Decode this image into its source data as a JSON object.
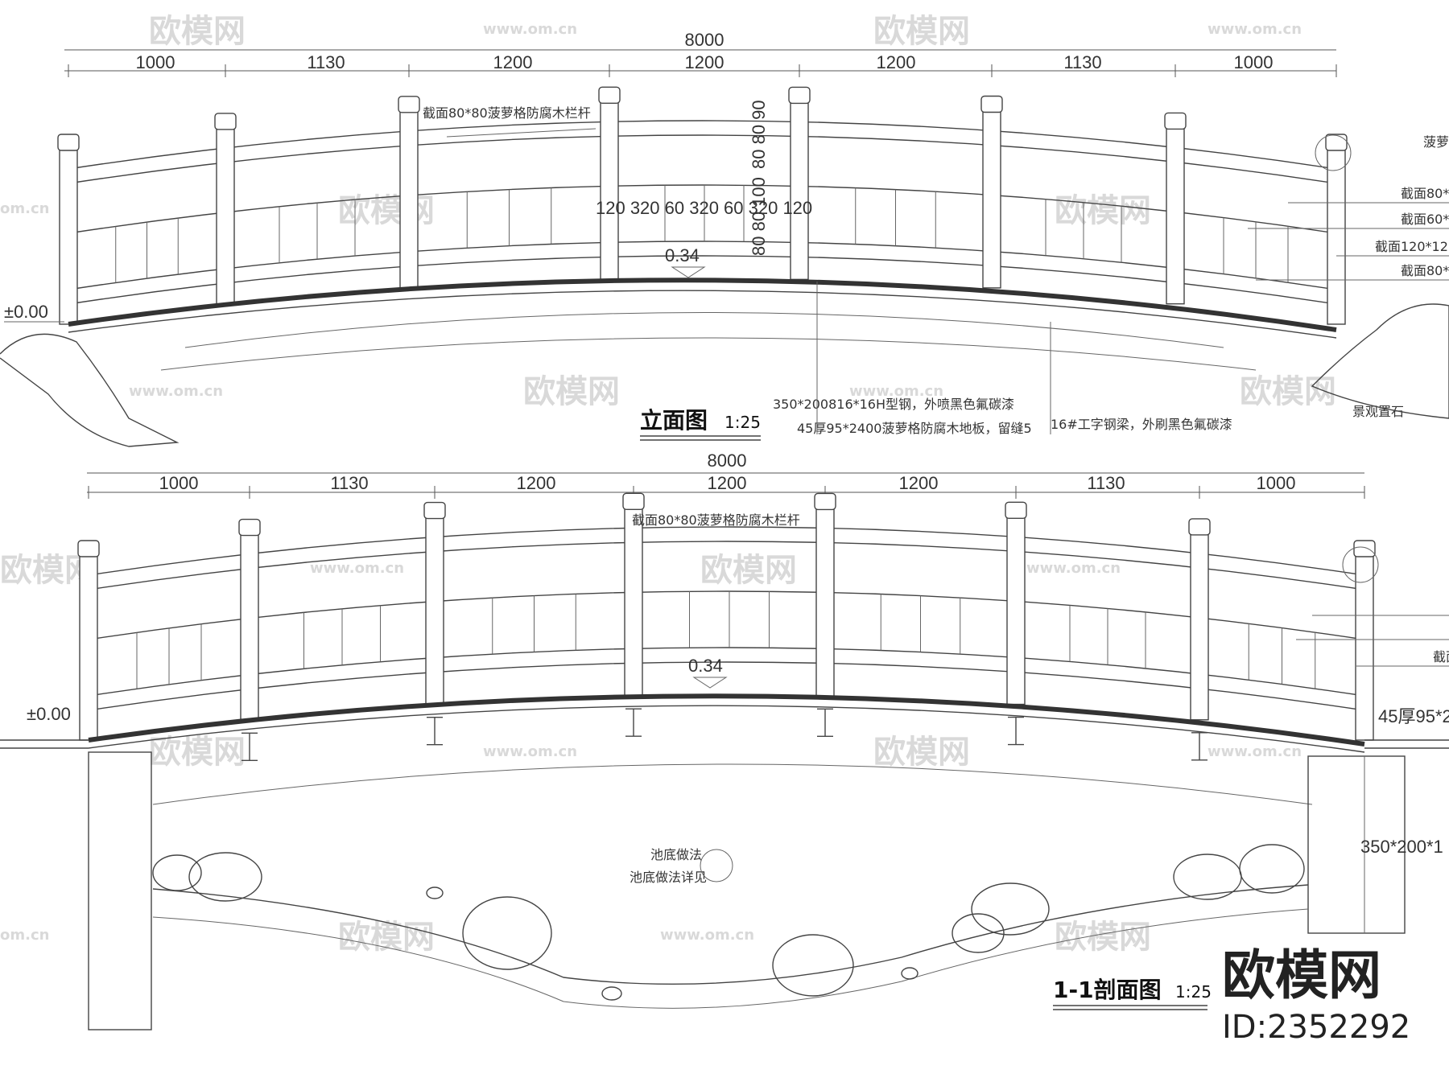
{
  "elevation": {
    "title": "立面图",
    "scale": "1:25",
    "total_dim": "8000",
    "spans": [
      "1000",
      "1130",
      "1200",
      "1200",
      "1200",
      "1130",
      "1000"
    ],
    "level_left": "±0.00",
    "crown_level": "0.34",
    "rail_note": "截面80*80菠萝格防腐木栏杆",
    "spacing_dims": "120 320 60 320 60 320 120",
    "vertical_dims": "80 80 90",
    "vertical_dims_2": "80 80 100",
    "steel_note": "350*200816*16H型钢，外喷黑色氟碳漆",
    "plank_note": "45厚95*2400菠萝格防腐木地板，留缝5",
    "beam_note": "16#工字钢梁，外刷黑色氟碳漆",
    "rock_note": "景观置石",
    "right_notes": [
      "菠萝",
      "截面80*",
      "截面60*",
      "截面120*12",
      "截面80*"
    ]
  },
  "section": {
    "title": "1-1剖面图",
    "scale": "1:25",
    "total_dim": "8000",
    "spans": [
      "1000",
      "1130",
      "1200",
      "1200",
      "1200",
      "1130",
      "1000"
    ],
    "level_left": "±0.00",
    "crown_level": "0.34",
    "rail_note": "截面80*80菠萝格防腐木栏杆",
    "pond_note_1": "池底做法",
    "pond_note_2": "池底做法详见",
    "right_notes": [
      "截面",
      "45厚95*2",
      "350*200*1"
    ]
  },
  "watermark": {
    "brand": "欧模网",
    "url": "www.om.cn",
    "url_short": "om.cn",
    "id": "ID:2352292"
  }
}
